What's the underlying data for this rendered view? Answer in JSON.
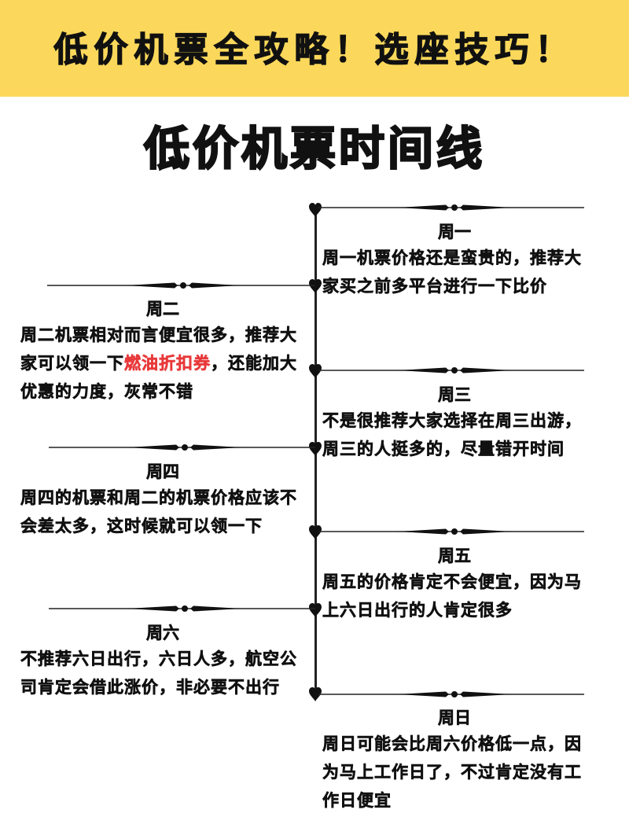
{
  "banner": {
    "text": "低价机票全攻略！选座技巧！",
    "background_color": "#fbd85b"
  },
  "title": "低价机票时间线",
  "timeline": {
    "marker_icon": "heart-icon",
    "divider_icon": "ornamental-rule",
    "entries": [
      {
        "day": "周一",
        "side": "right",
        "body": "周一机票价格还是蛮贵的，推荐大家买之前多平台进行一下比价"
      },
      {
        "day": "周二",
        "side": "left",
        "body_before": "周二机票相对而言便宜很多，推荐大家可以领一下",
        "body_highlight": "燃油折扣券",
        "body_after": "，还能加大优惠的力度，灰常不错",
        "highlight_color": "#e8393a"
      },
      {
        "day": "周三",
        "side": "right",
        "body": "不是很推荐大家选择在周三出游，周三的人挺多的，尽量错开时间"
      },
      {
        "day": "周四",
        "side": "left",
        "body": "周四的机票和周二的机票价格应该不会差太多，这时候就可以领一下"
      },
      {
        "day": "周五",
        "side": "right",
        "body": "周五的价格肯定不会便宜，因为马上六日出行的人肯定很多"
      },
      {
        "day": "周六",
        "side": "left",
        "body": "不推荐六日出行，六日人多，航空公司肯定会借此涨价，非必要不出行"
      },
      {
        "day": "周日",
        "side": "right",
        "body": "周日可能会比周六价格低一点，因为马上工作日了，不过肯定没有工作日便宜"
      }
    ]
  }
}
